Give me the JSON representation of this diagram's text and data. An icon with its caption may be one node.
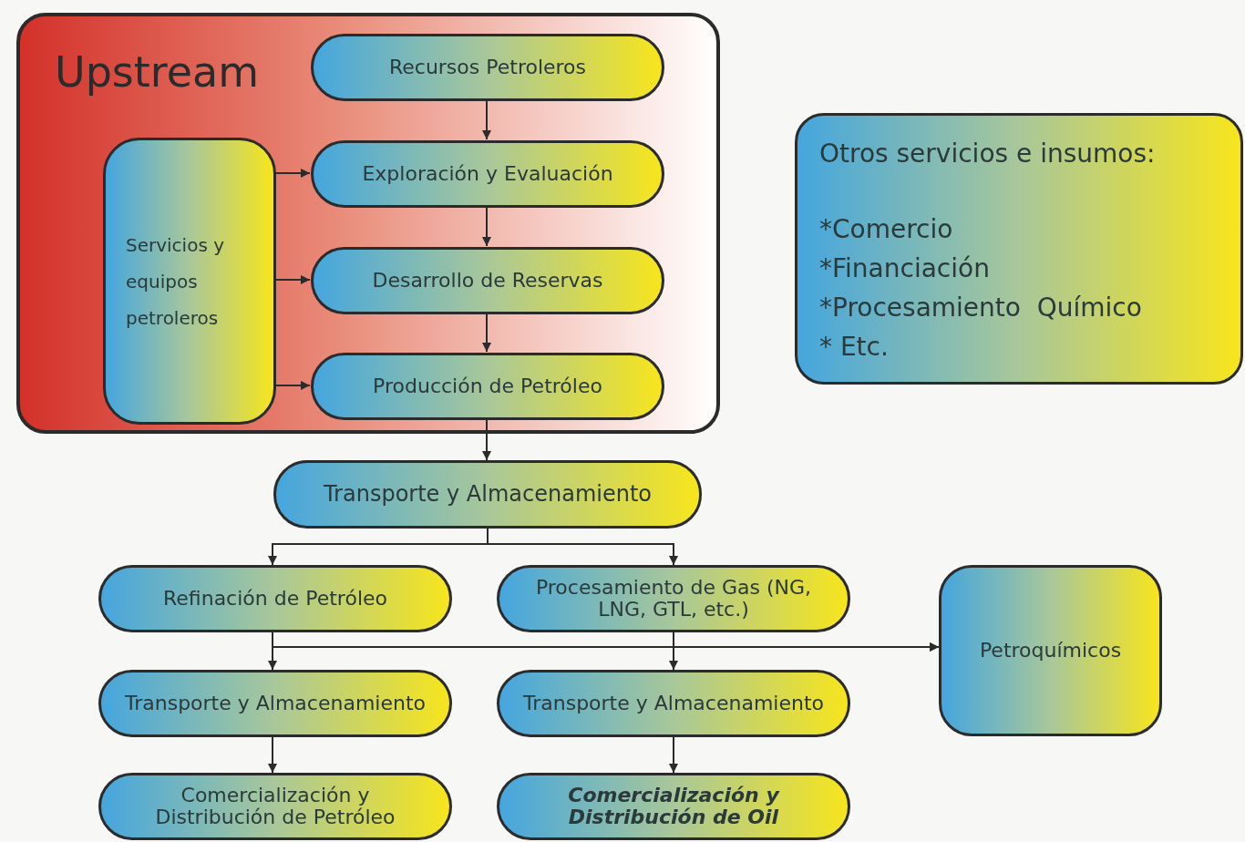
{
  "diagram": {
    "nodes": [
      {
        "text": [
          "Upstream"
        ]
      },
      {
        "text": [
          "Recursos Petroleros"
        ],
        "in": 0
      },
      {
        "text": [
          "Exploración y Evaluación"
        ],
        "in": 0
      },
      {
        "text": [
          "Desarrollo de Reservas"
        ],
        "in": 0
      },
      {
        "text": [
          "Producción de Petróleo"
        ],
        "in": 0
      },
      {
        "text": [
          "Servicios y equipos petroleros"
        ],
        "in": 0
      },
      {
        "text": [
          "Otros servicios e insumos:",
          "*Comercio",
          "*Financiación",
          "*Procesamiento  Químico",
          "* Etc."
        ]
      },
      {
        "text": [
          "Transporte y Almacenamiento"
        ]
      },
      {
        "text": [
          "Refinación de Petróleo"
        ]
      },
      {
        "text": [
          "Procesamiento de Gas (NG, LNG, GTL, etc.)"
        ]
      },
      {
        "text": [
          "Petroquímicos"
        ]
      },
      {
        "text": [
          "Transporte y Almacenamiento"
        ]
      },
      {
        "text": [
          "Transporte y Almacenamiento"
        ]
      },
      {
        "text": [
          "Comercialización y Distribución de Petróleo"
        ]
      },
      {
        "text": [
          "Comercialización y Distribución de Oil"
        ]
      }
    ],
    "edges": [
      {
        "from": 1,
        "to": 2,
        "arrow": "to"
      },
      {
        "from": 2,
        "to": 3,
        "arrow": "to"
      },
      {
        "from": 3,
        "to": 4,
        "arrow": "to"
      },
      {
        "from": 5,
        "to": 2,
        "arrow": "to"
      },
      {
        "from": 5,
        "to": 3,
        "arrow": "to"
      },
      {
        "from": 5,
        "to": 4,
        "arrow": "to"
      },
      {
        "from": 4,
        "to": 7,
        "arrow": "to"
      },
      {
        "from": 7,
        "to": 8,
        "arrow": "to"
      },
      {
        "from": 7,
        "to": 9,
        "arrow": "to"
      },
      {
        "from": 8,
        "to": 11,
        "arrow": "to"
      },
      {
        "from": 8,
        "to": 10,
        "arrow": "to"
      },
      {
        "from": 9,
        "to": 12,
        "arrow": "to"
      },
      {
        "from": 9,
        "to": 10,
        "arrow": "to"
      },
      {
        "from": 11,
        "to": 13,
        "arrow": "to"
      },
      {
        "from": 12,
        "to": 14,
        "arrow": "to"
      }
    ]
  }
}
